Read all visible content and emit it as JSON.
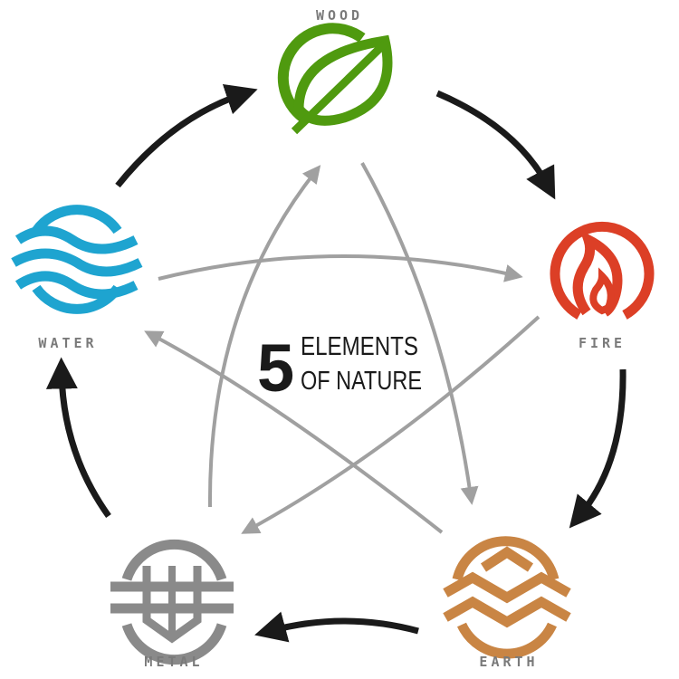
{
  "title": {
    "number": "5",
    "line1": "ELEMENTS",
    "line2": "OF NATURE"
  },
  "elements": [
    {
      "name": "WOOD",
      "color": "#4f9a0f",
      "icon": "leaf-icon"
    },
    {
      "name": "FIRE",
      "color": "#dc3f26",
      "icon": "flame-icon"
    },
    {
      "name": "EARTH",
      "color": "#c98544",
      "icon": "mountain-icon"
    },
    {
      "name": "METAL",
      "color": "#8a8a8a",
      "icon": "shield-icon"
    },
    {
      "name": "WATER",
      "color": "#1ea4d0",
      "icon": "waves-icon"
    }
  ],
  "cycles": {
    "generating": {
      "color": "#1a1a1a",
      "order": [
        "WOOD",
        "FIRE",
        "EARTH",
        "METAL",
        "WATER"
      ]
    },
    "controlling": {
      "color": "#a0a0a0",
      "order": [
        "WOOD",
        "EARTH",
        "WATER",
        "FIRE",
        "METAL"
      ]
    }
  }
}
